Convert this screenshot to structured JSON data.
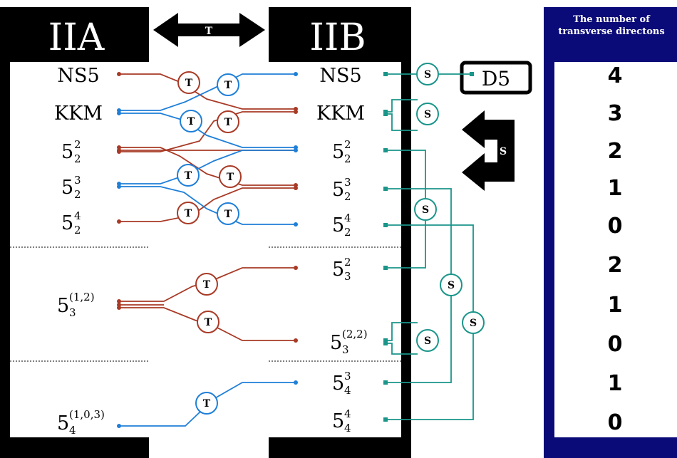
{
  "headers": {
    "iia": "IIA",
    "iib": "IIB",
    "t_arrow": "T",
    "s_arrow": "S",
    "d5": "D5",
    "count_title_line1": "The number of",
    "count_title_line2": "transverse directons"
  },
  "iia_labels": [
    {
      "base": "NS5",
      "sub": "",
      "sup": ""
    },
    {
      "base": "KKM",
      "sub": "",
      "sup": ""
    },
    {
      "base": "5",
      "sub": "2",
      "sup": "2"
    },
    {
      "base": "5",
      "sub": "2",
      "sup": "3"
    },
    {
      "base": "5",
      "sub": "2",
      "sup": "4"
    },
    {
      "base": "5",
      "sub": "3",
      "sup": "(1,2)"
    },
    {
      "base": "5",
      "sub": "4",
      "sup": "(1,0,3)"
    }
  ],
  "iib_labels": [
    {
      "base": "NS5",
      "sub": "",
      "sup": ""
    },
    {
      "base": "KKM",
      "sub": "",
      "sup": ""
    },
    {
      "base": "5",
      "sub": "2",
      "sup": "2"
    },
    {
      "base": "5",
      "sub": "2",
      "sup": "3"
    },
    {
      "base": "5",
      "sub": "2",
      "sup": "4"
    },
    {
      "base": "5",
      "sub": "3",
      "sup": "2"
    },
    {
      "base": "5",
      "sub": "3",
      "sup": "(2,2)"
    },
    {
      "base": "5",
      "sub": "4",
      "sup": "3"
    },
    {
      "base": "5",
      "sub": "4",
      "sup": "4"
    }
  ],
  "t_nodes": [
    "T",
    "T",
    "T",
    "T",
    "T",
    "T",
    "T",
    "T",
    "T",
    "T",
    "T"
  ],
  "s_nodes": [
    "S",
    "S",
    "S",
    "S",
    "S",
    "S",
    "S"
  ],
  "counts": [
    "4",
    "3",
    "2",
    "1",
    "0",
    "2",
    "1",
    "0",
    "1",
    "0"
  ],
  "colors": {
    "red": "#a83a26",
    "blue": "#1f7fd8",
    "teal": "#1a958a",
    "navy": "#0a0a78",
    "black": "#000000"
  }
}
